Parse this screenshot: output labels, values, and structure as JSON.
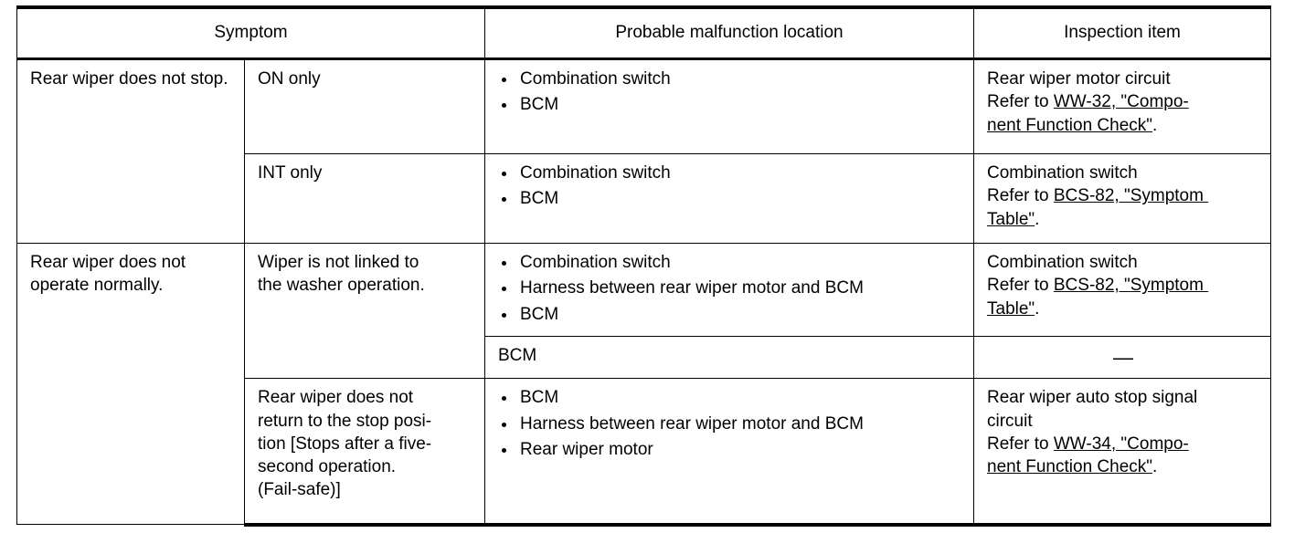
{
  "table": {
    "headers": {
      "symptom": "Symptom",
      "probable_location": "Probable malfunction location",
      "inspection_item": "Inspection item"
    },
    "symptoms": [
      {
        "label": "Rear wiper does not stop."
      },
      {
        "label": "Rear wiper does not operate normally."
      }
    ],
    "conditions": [
      {
        "label": "ON only"
      },
      {
        "label": "INT only"
      },
      {
        "l1": "Wiper is not linked to",
        "l2": "the washer operation."
      },
      {
        "l1": "Rear wiper does not",
        "l2": "return to the stop posi-",
        "l3": "tion [Stops after a five-",
        "l4": "second operation.",
        "l5": "(Fail-safe)]"
      }
    ],
    "locations": [
      {
        "items": [
          "Combination switch",
          "BCM"
        ]
      },
      {
        "items": [
          "Combination switch",
          "BCM"
        ]
      },
      {
        "items": [
          "Combination switch",
          "Harness between rear wiper motor and BCM",
          "BCM"
        ]
      },
      {
        "plain": "BCM"
      },
      {
        "items": [
          "BCM",
          "Harness between rear wiper motor and BCM",
          "Rear wiper motor"
        ]
      }
    ],
    "inspections": [
      {
        "l1": "Rear wiper motor circuit",
        "l2_pre": "Refer to ",
        "l2_link": "WW-32, \"Compo-",
        "l3_link": "nent Function Check\"",
        "l3_post": "."
      },
      {
        "l1": "Combination switch",
        "l2_pre": "Refer to ",
        "l2_link": "BCS-82, \"Symptom ",
        "l3_link": "Table\"",
        "l3_post": "."
      },
      {
        "l1": "Combination switch",
        "l2_pre": "Refer to ",
        "l2_link": "BCS-82, \"Symptom ",
        "l3_link": "Table\"",
        "l3_post": "."
      },
      {
        "dash": "—"
      },
      {
        "l1": "Rear wiper auto stop signal",
        "l1b": "circuit",
        "l2_pre": "Refer to ",
        "l2_link": "WW-34, \"Compo-",
        "l3_link": "nent Function Check\"",
        "l3_post": "."
      }
    ]
  }
}
